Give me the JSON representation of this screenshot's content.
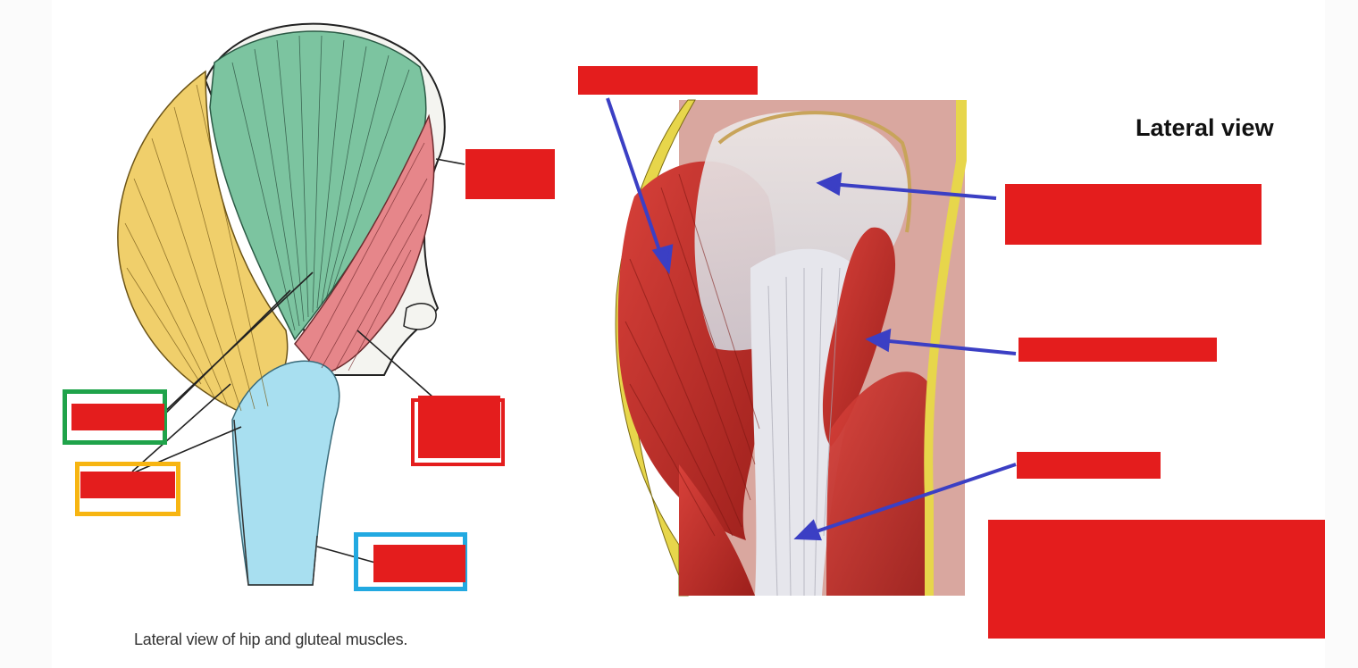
{
  "caption": "Lateral view of hip and gluteal muscles.",
  "view_title": "Lateral view",
  "colors": {
    "redacted_label": "#e41d1d",
    "frame_green": "#1fa34a",
    "frame_orange": "#f7b512",
    "frame_blue": "#22a9e1",
    "frame_red": "#e41d1d",
    "arrow": "#3b3fc4",
    "muscle_green": "#7cc4a0",
    "muscle_yellow": "#f0cf6b",
    "muscle_pink": "#e6868a",
    "tract_blue": "#a8dff0"
  },
  "icons": {
    "left_figure": "hip-muscles-schematic",
    "right_figure": "hip-muscles-illustration"
  }
}
